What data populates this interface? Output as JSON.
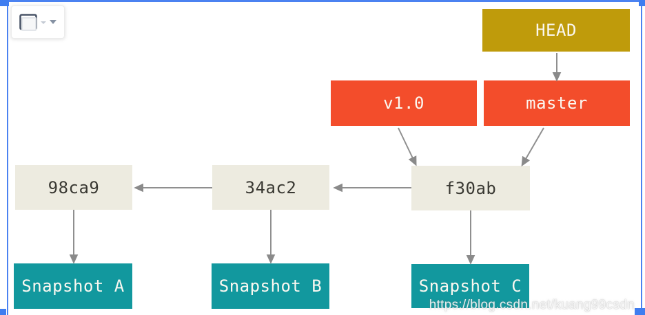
{
  "colors": {
    "head_bg": "#bf9b0b",
    "ref_bg": "#f34d2b",
    "commit_bg": "#edebe0",
    "commit_text": "#3a3933",
    "snapshot_bg": "#12989e",
    "light_text": "#fbf8f1",
    "arrow": "#8f8f8f",
    "selection": "#4b82f1"
  },
  "toolbar": {
    "image_button": {
      "icon": "image-icon",
      "dropdown_icon": "chevron-down-icon"
    }
  },
  "diagram": {
    "head": {
      "label": "HEAD"
    },
    "tag": {
      "label": "v1.0"
    },
    "branch": {
      "label": "master"
    },
    "commits": [
      {
        "label": "98ca9"
      },
      {
        "label": "34ac2"
      },
      {
        "label": "f30ab"
      }
    ],
    "snapshots": [
      {
        "label": "Snapshot A"
      },
      {
        "label": "Snapshot B"
      },
      {
        "label": "Snapshot C"
      }
    ],
    "edges": [
      {
        "from": "HEAD",
        "to": "master"
      },
      {
        "from": "v1.0",
        "to": "f30ab"
      },
      {
        "from": "master",
        "to": "f30ab"
      },
      {
        "from": "f30ab",
        "to": "34ac2"
      },
      {
        "from": "34ac2",
        "to": "98ca9"
      },
      {
        "from": "98ca9",
        "to": "Snapshot A"
      },
      {
        "from": "34ac2",
        "to": "Snapshot B"
      },
      {
        "from": "f30ab",
        "to": "Snapshot C"
      }
    ]
  },
  "watermark": {
    "text": "https://blog.csdn.net/kuang99csdn"
  }
}
